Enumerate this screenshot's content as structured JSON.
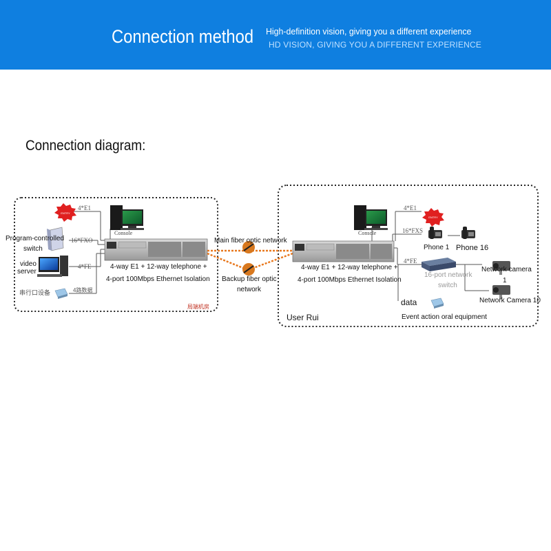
{
  "banner": {
    "title": "Connection method",
    "subtitle": "High-definition vision, giving you a different experience",
    "subtitle_caps": "HD VISION, GIVING YOU A DIFFERENT EXPERIENCE",
    "background": "#0f7fe0"
  },
  "section_title": "Connection diagram:",
  "left_site": {
    "port_e1": "4*E1",
    "port_fxo": "16*FXO",
    "port_fe": "4*FE",
    "console": "Console",
    "switch_label_line1": "Program-controlled",
    "switch_label_line2": "switch",
    "video_line1": "video",
    "video_line2": "server",
    "serial_device": "串行口设备",
    "serial_data": "4路数据",
    "device_line1": "4-way E1 + 12-way telephone +",
    "device_line2": "4-port 100Mbps Ethernet Isolation",
    "room": "局端机房"
  },
  "links": {
    "main": "Main fiber optic network",
    "backup_line1": "Backup fiber optic",
    "backup_line2": "network",
    "fiber_color": "#e8781e"
  },
  "right_site": {
    "port_e1": "4*E1",
    "port_fxs": "16*FXS",
    "port_fe": "4*FE",
    "console": "Console",
    "phone1": "Phone 1",
    "phone16": "Phone 16",
    "switch_line1": "16-port network",
    "switch_line2": "switch",
    "camera1_line1": "Network camera",
    "camera1_line2": "1",
    "camera10": "Network Camera 10",
    "data": "data",
    "event": "Event action oral equipment",
    "device_line1": "4-way E1 + 12-way telephone +",
    "device_line2": "4-port 100Mbps Ethernet Isolation",
    "user": "User Rui"
  },
  "icons": [
    "star-burst-icon",
    "monitor-icon",
    "telephone-icon",
    "network-camera-icon",
    "network-switch-icon",
    "desktop-computer-icon",
    "serial-device-icon",
    "fiber-connector-icon"
  ]
}
